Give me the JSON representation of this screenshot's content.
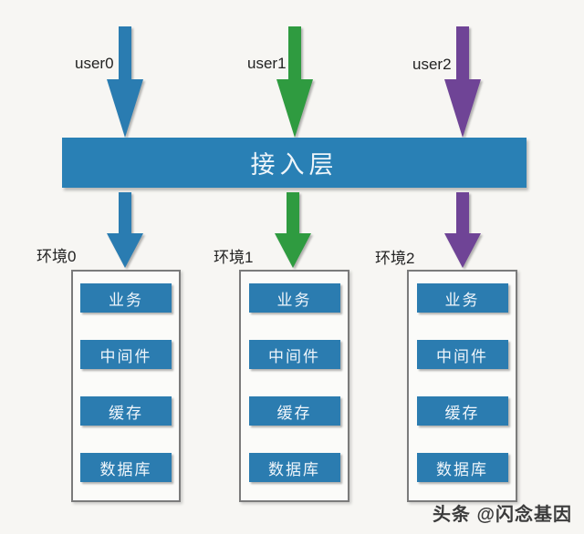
{
  "users": [
    {
      "label": "user0",
      "color": "#2a7cb1"
    },
    {
      "label": "user1",
      "color": "#2f9b40"
    },
    {
      "label": "user2",
      "color": "#6f4496"
    }
  ],
  "access_layer": {
    "label": "接入层",
    "color": "#2980b5"
  },
  "environments": [
    {
      "label": "环境0",
      "arrow_color": "#2a7cb1",
      "components": [
        "业务",
        "中间件",
        "缓存",
        "数据库"
      ]
    },
    {
      "label": "环境1",
      "arrow_color": "#2f9b40",
      "components": [
        "业务",
        "中间件",
        "缓存",
        "数据库"
      ]
    },
    {
      "label": "环境2",
      "arrow_color": "#6f4496",
      "components": [
        "业务",
        "中间件",
        "缓存",
        "数据库"
      ]
    }
  ],
  "watermark": "头条 @闪念基因",
  "colors": {
    "component_blue": "#2b7cb0",
    "box_border": "#7b7b7b",
    "background": "#f7f6f3",
    "label_text": "#232323"
  }
}
